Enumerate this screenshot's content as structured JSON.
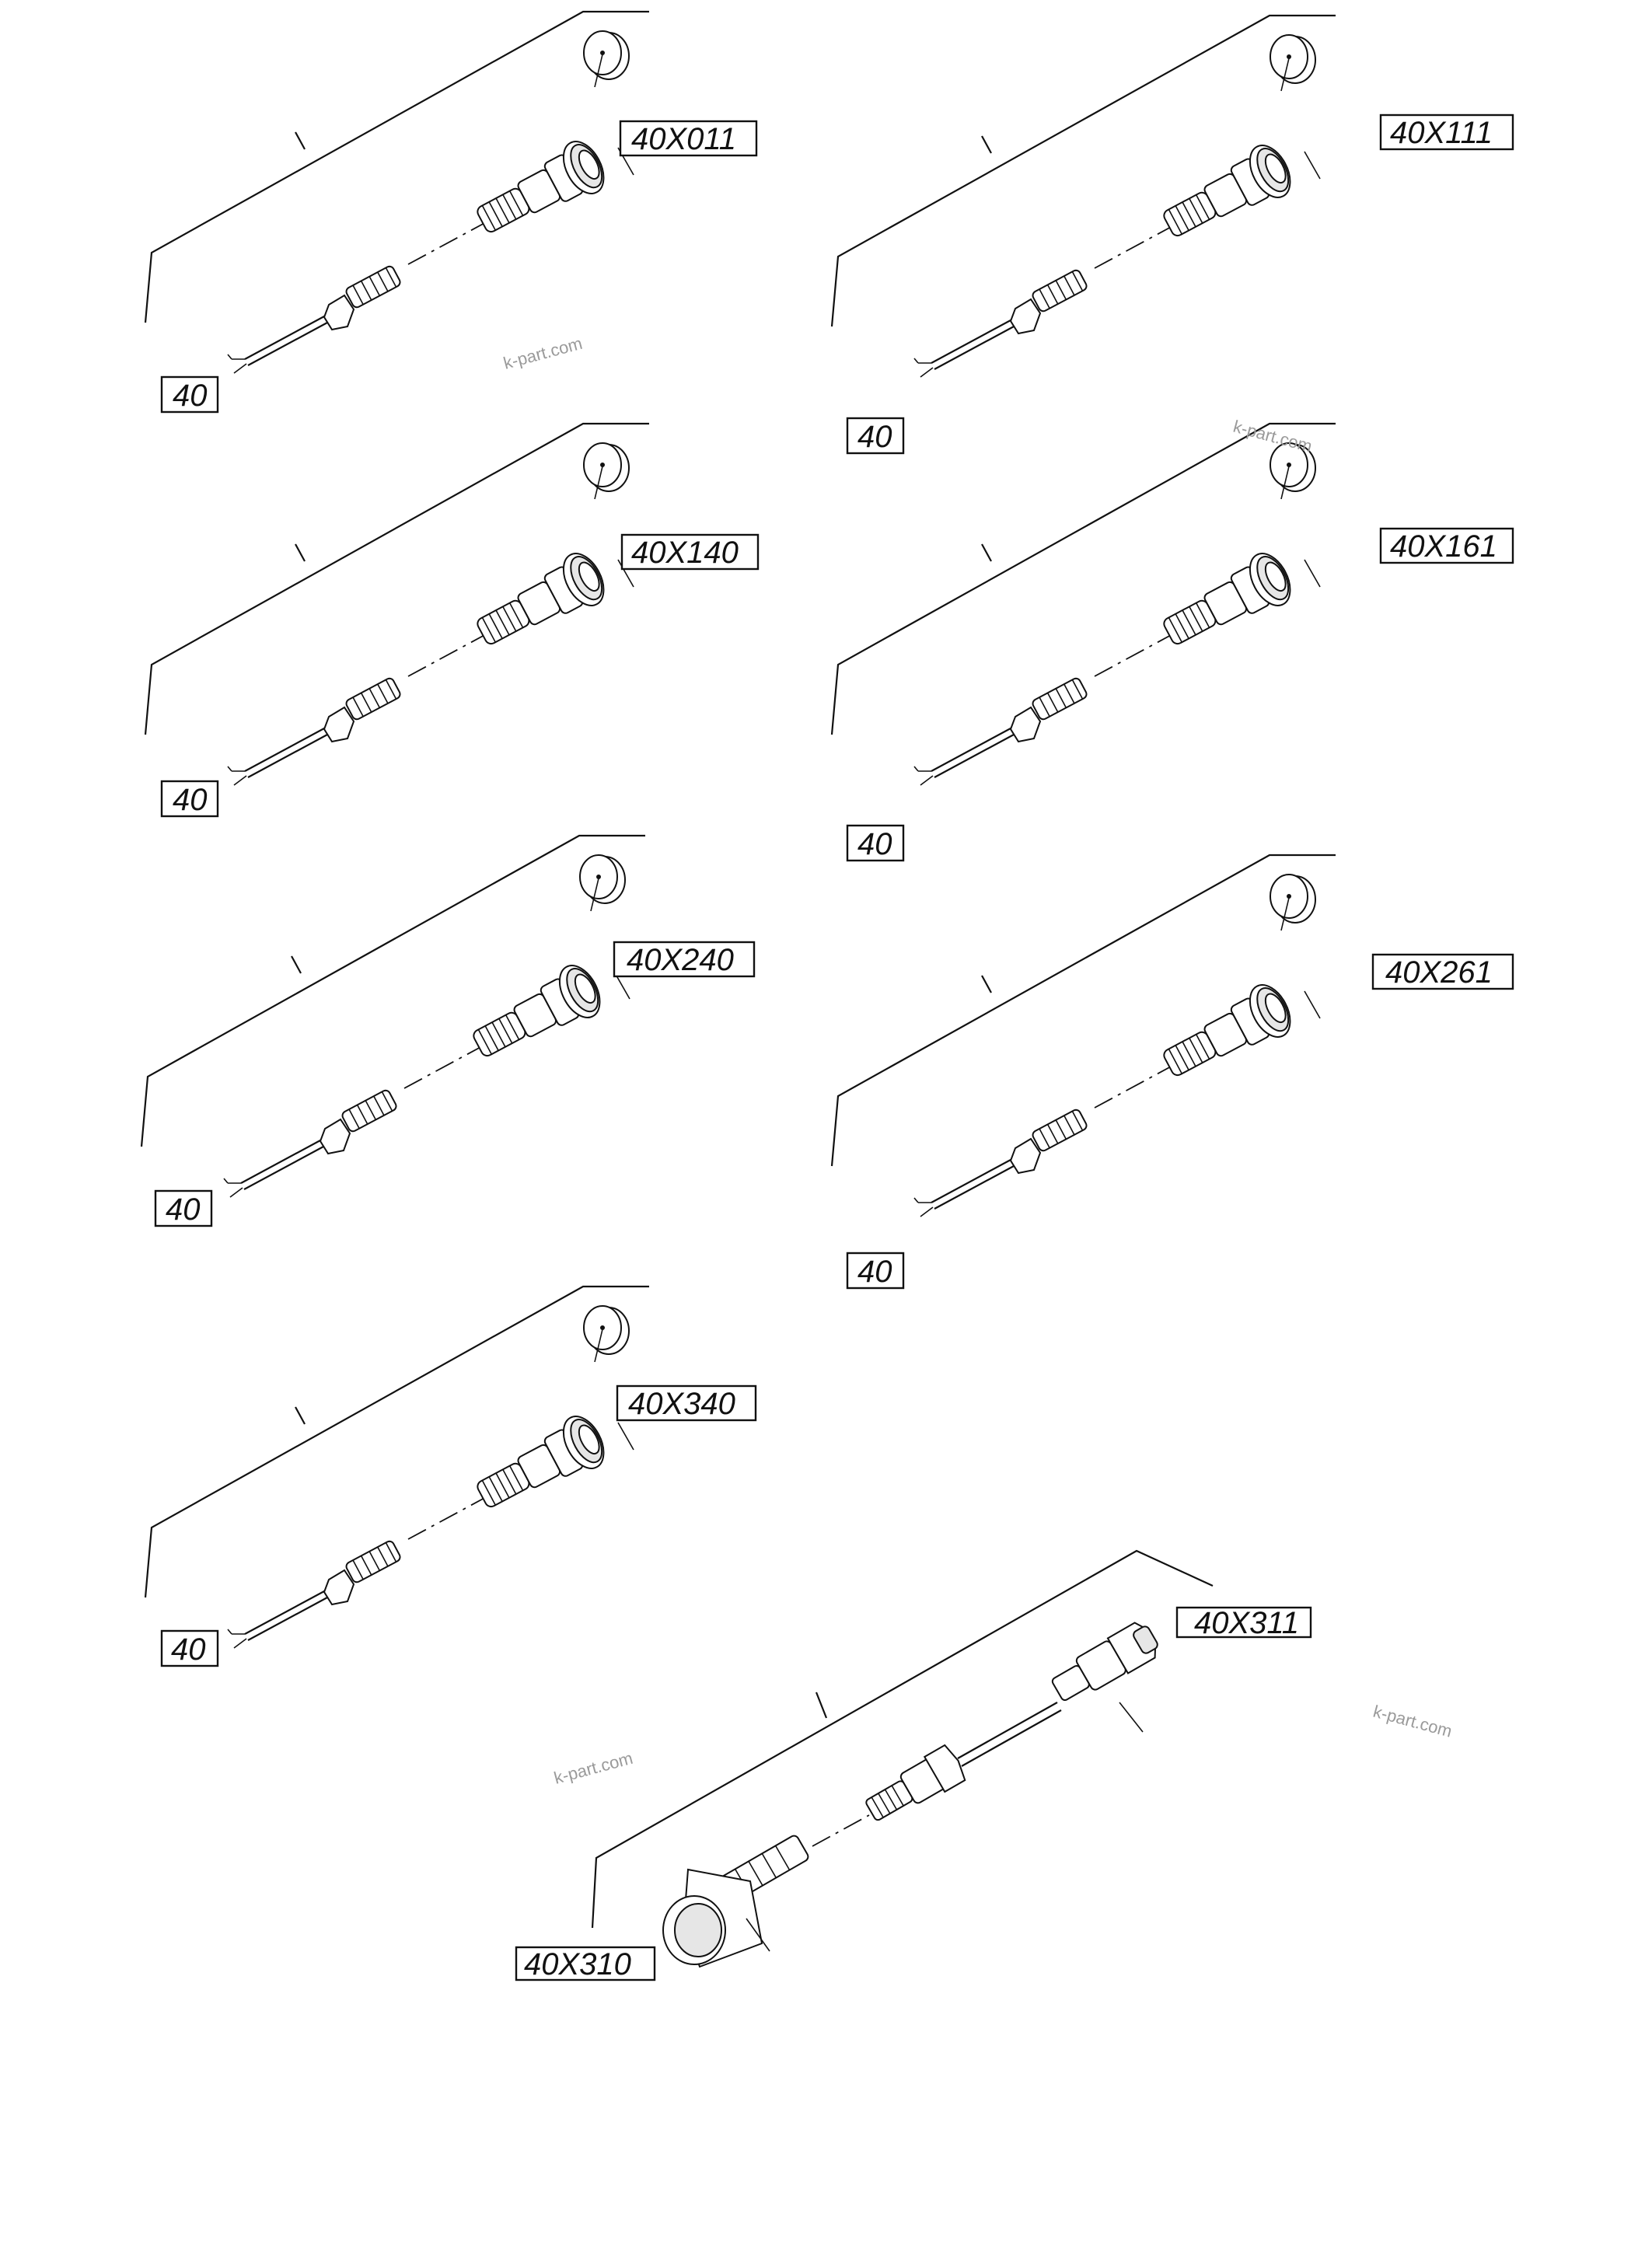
{
  "diagram": {
    "watermark": "k-part.com",
    "groups": [
      {
        "id": "g1",
        "code": "40X011",
        "ref": "40"
      },
      {
        "id": "g2",
        "code": "40X111",
        "ref": "40"
      },
      {
        "id": "g3",
        "code": "40X140",
        "ref": "40"
      },
      {
        "id": "g4",
        "code": "40X161",
        "ref": "40"
      },
      {
        "id": "g5",
        "code": "40X240",
        "ref": "40"
      },
      {
        "id": "g6",
        "code": "40X261",
        "ref": "40"
      },
      {
        "id": "g7",
        "code": "40X340",
        "ref": "40"
      }
    ],
    "bottom_group": {
      "code_top": "40X311",
      "code_bottom": "40X310"
    }
  }
}
